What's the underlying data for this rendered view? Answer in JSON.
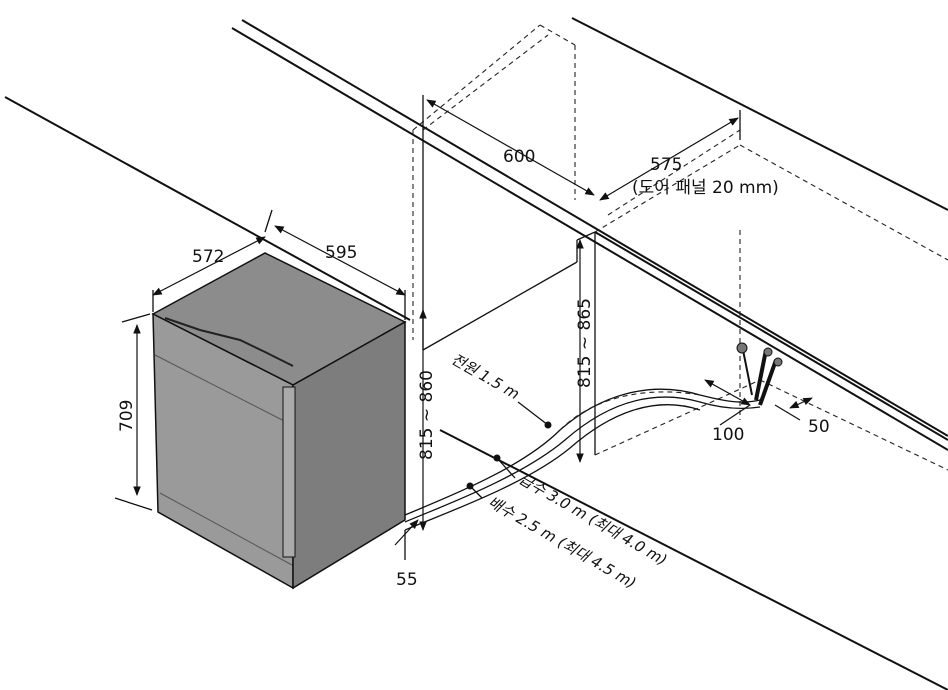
{
  "dimensions": {
    "appliance_width": "595",
    "appliance_depth": "572",
    "appliance_height": "709",
    "cabinet_height_range_left": "815 ~ 860",
    "cabinet_height_range_right": "815 ~ 865",
    "niche_width": "600",
    "niche_depth": "575",
    "door_panel_note": "(도어 패널 20 mm)",
    "toe_gap": "55",
    "outlet_offset_100": "100",
    "outlet_offset_50": "50"
  },
  "hoses": {
    "power": "전원 1.5 m",
    "water_supply": "급수 3.0 m (최대 4.0 m)",
    "drain": "배수 2.5 m (최대 4.5 m)"
  },
  "colors": {
    "appliance_face": "#9a9a9a",
    "appliance_top": "#8c8c8c",
    "appliance_side": "#7a7a7a",
    "line": "#111111"
  }
}
